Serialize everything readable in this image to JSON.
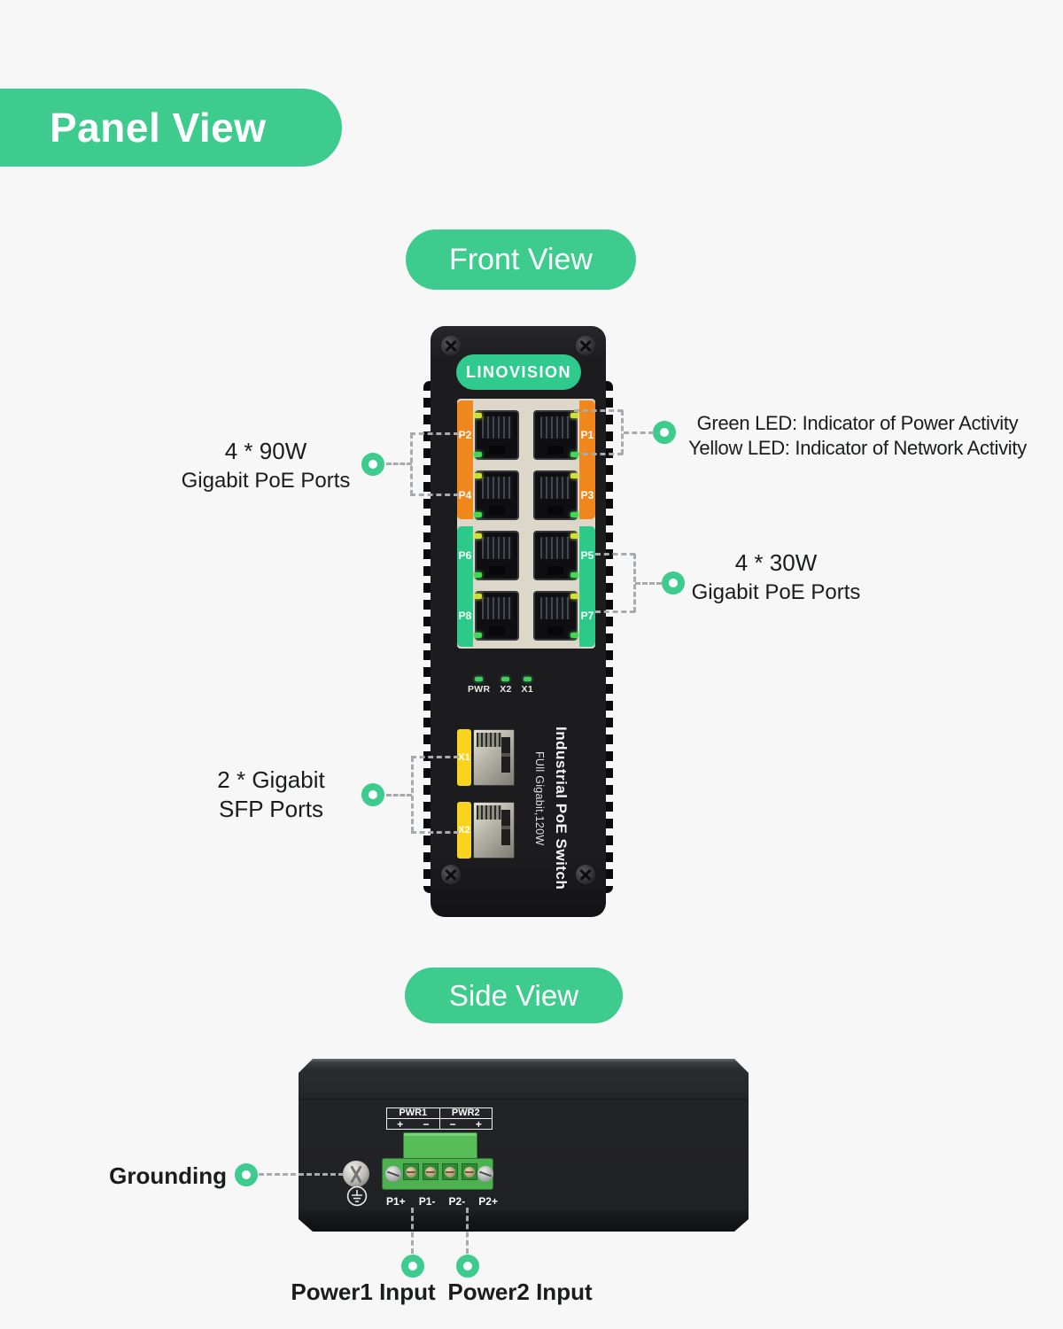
{
  "header": {
    "title": "Panel View"
  },
  "front": {
    "label": "Front View",
    "brand": "LINOVISION",
    "ports_left": [
      "P2",
      "P4",
      "P6",
      "P8"
    ],
    "ports_right": [
      "P1",
      "P3",
      "P5",
      "P7"
    ],
    "status_leds": [
      "PWR",
      "X2",
      "X1"
    ],
    "sfp": [
      "X1",
      "X2"
    ],
    "vertical_primary": "Industrial PoE Switch",
    "vertical_secondary": "FUll Gigabit,120W",
    "ann_poe90_l1": "4 * 90W",
    "ann_poe90_l2": "Gigabit PoE Ports",
    "ann_led_l1": "Green LED: Indicator of Power Activity",
    "ann_led_l2": "Yellow LED: Indicator of Network Activity",
    "ann_poe30_l1": "4 * 30W",
    "ann_poe30_l2": "Gigabit PoE Ports",
    "ann_sfp_l1": "2 * Gigabit",
    "ann_sfp_l2": "SFP Ports"
  },
  "side": {
    "label": "Side View",
    "pwr1": "PWR1",
    "pwr2": "PWR2",
    "pwr1_plus": "+",
    "pwr1_minus": "−",
    "pwr2_minus": "−",
    "pwr2_plus": "+",
    "terminals": [
      "P1+",
      "P1-",
      "P2-",
      "P2+"
    ],
    "ann_grounding": "Grounding",
    "ann_power1": "Power1 Input",
    "ann_power2": "Power2 Input"
  },
  "colors": {
    "accent_green": "#3ecb8e",
    "poe90_orange": "#f0871d",
    "poe30_green": "#2cc98b",
    "sfp_yellow": "#f8d41f",
    "background": "#f6f7f6"
  }
}
